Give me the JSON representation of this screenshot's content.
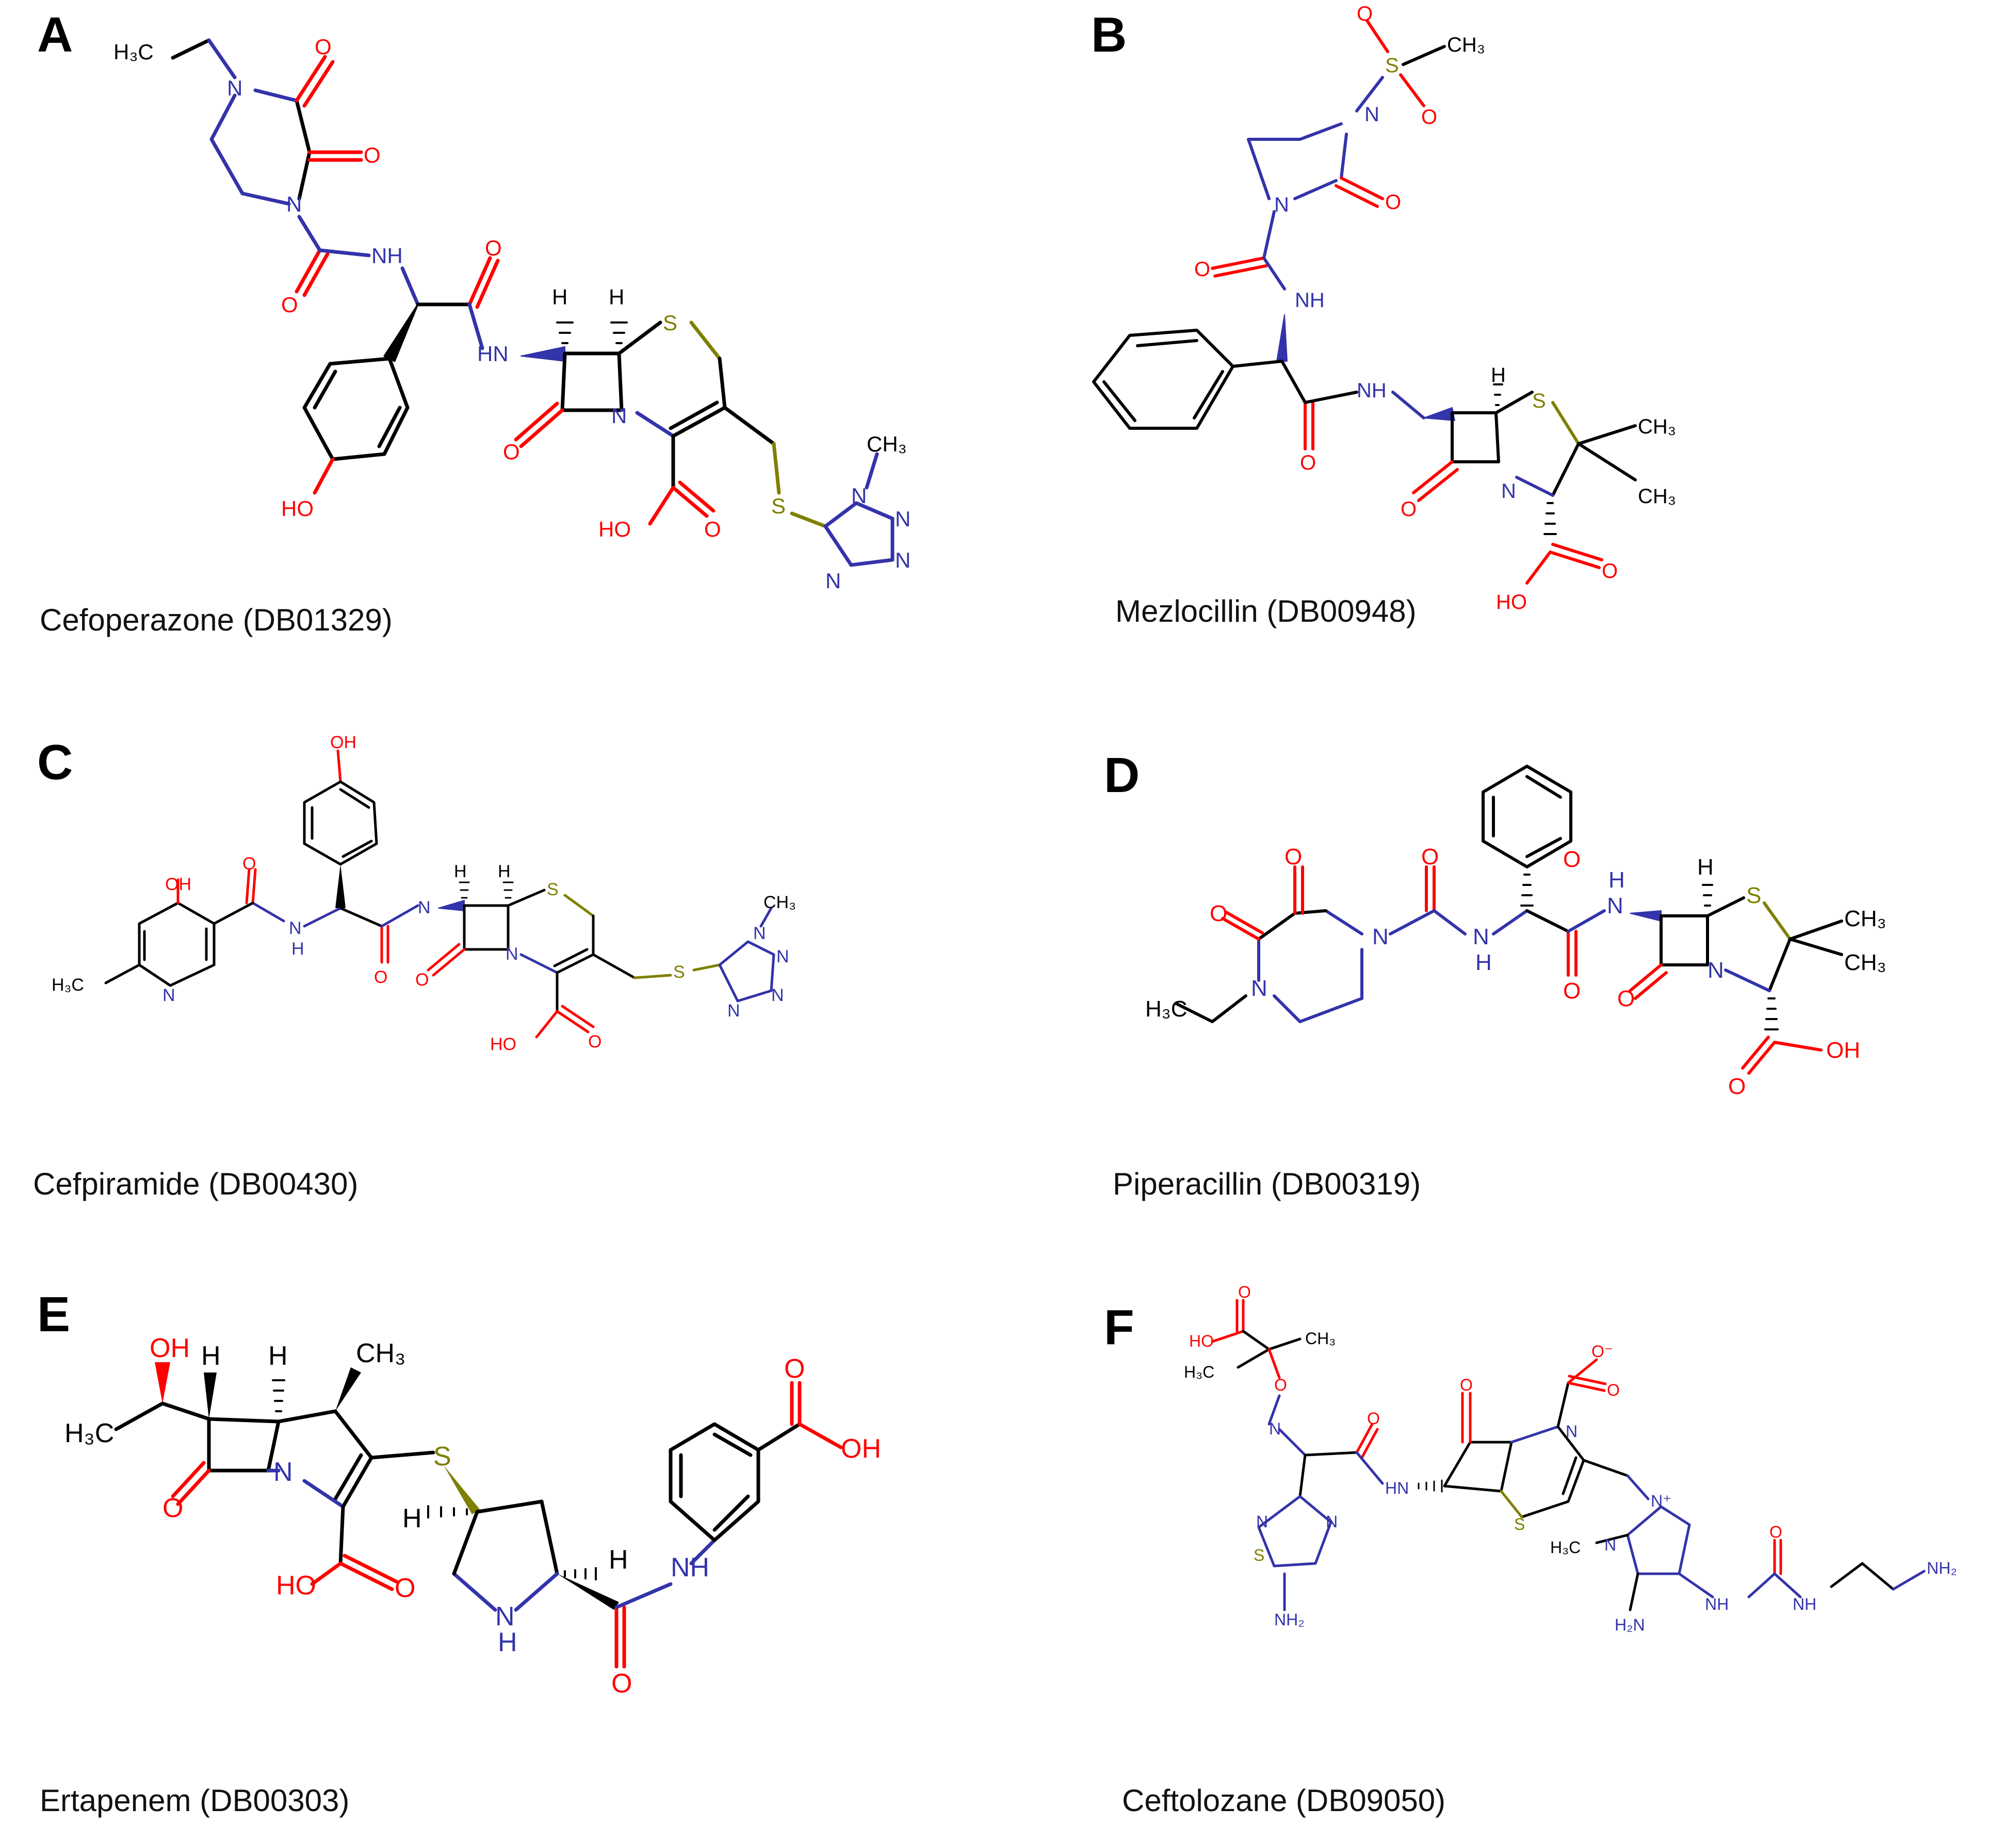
{
  "panels": [
    {
      "letter": "A",
      "caption": "Cefoperazone (DB01329)"
    },
    {
      "letter": "B",
      "caption": "Mezlocillin (DB00948)"
    },
    {
      "letter": "C",
      "caption": "Cefpiramide (DB00430)"
    },
    {
      "letter": "D",
      "caption": "Piperacillin (DB00319)"
    },
    {
      "letter": "E",
      "caption": "Ertapenem (DB00303)"
    },
    {
      "letter": "F",
      "caption": "Ceftolozane (DB09050)"
    }
  ],
  "colors": {
    "oxygen": "#ff0000",
    "nitrogen": "#3333aa",
    "sulfur": "#7f7f00",
    "carbon": "#000000"
  },
  "atom_labels": {
    "A": [
      "H3C",
      "N",
      "O",
      "O",
      "N",
      "O",
      "NH",
      "O",
      "HN",
      "H",
      "H",
      "S",
      "N",
      "O",
      "HO",
      "HO",
      "O",
      "S",
      "N",
      "CH3",
      "N",
      "N",
      "N"
    ],
    "B": [
      "O",
      "S",
      "O",
      "CH3",
      "N",
      "O",
      "N",
      "O",
      "NH",
      "NH",
      "O",
      "H",
      "S",
      "CH3",
      "CH3",
      "N",
      "O",
      "HO",
      "O"
    ],
    "C": [
      "OH",
      "OH",
      "O",
      "N",
      "H3C",
      "N",
      "O",
      "N",
      "H",
      "H",
      "S",
      "N",
      "O",
      "HO",
      "O",
      "S",
      "N",
      "CH3",
      "N",
      "N",
      "N"
    ],
    "D": [
      "O",
      "O",
      "O",
      "N",
      "N",
      "H3C",
      "N",
      "H",
      "O",
      "N",
      "H",
      "H",
      "S",
      "CH3",
      "CH3",
      "N",
      "O",
      "O",
      "OH"
    ],
    "E": [
      "OH",
      "H",
      "H",
      "CH3",
      "H3C",
      "N",
      "O",
      "S",
      "HO",
      "O",
      "H",
      "N",
      "H",
      "H",
      "NH",
      "O",
      "O",
      "OH"
    ],
    "F": [
      "O",
      "HO",
      "CH3",
      "H3C",
      "O",
      "N",
      "O",
      "HN",
      "O",
      "N",
      "O-",
      "O",
      "N",
      "S",
      "N",
      "S",
      "NH2",
      "N+",
      "H3C",
      "N",
      "H2N",
      "NH",
      "O",
      "NH",
      "NH2"
    ]
  }
}
